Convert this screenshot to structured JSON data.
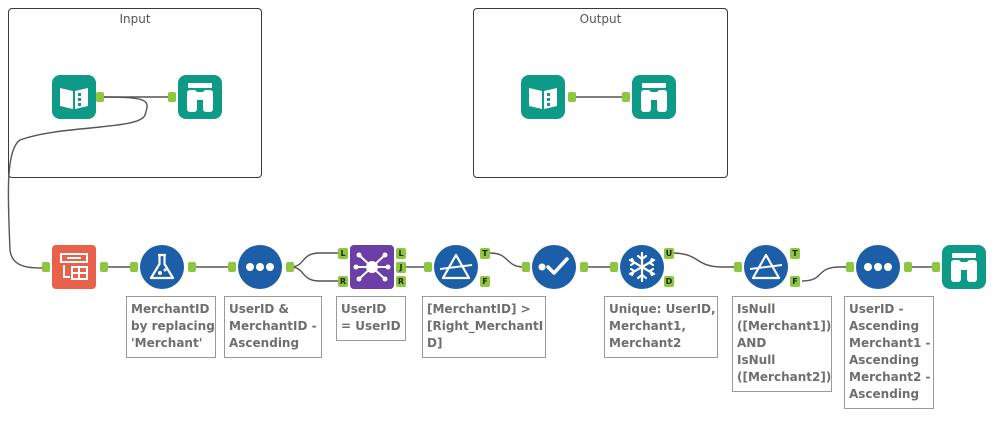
{
  "containers": {
    "input_title": "Input",
    "output_title": "Output"
  },
  "tools": {
    "input_data_1": {
      "icon": "book-icon",
      "color": "#0d9a86"
    },
    "browse_1": {
      "icon": "binoculars-icon",
      "color": "#0d9a86"
    },
    "input_data_2": {
      "icon": "book-icon",
      "color": "#0d9a86"
    },
    "browse_2": {
      "icon": "binoculars-icon",
      "color": "#0d9a86"
    },
    "text_to_columns": {
      "icon": "text-to-columns-icon",
      "color": "#e8614b"
    },
    "formula": {
      "icon": "flask-icon",
      "color": "#1c5fa8"
    },
    "sort_1": {
      "icon": "dots-icon",
      "color": "#1c5fa8"
    },
    "join": {
      "icon": "join-icon",
      "color": "#6b3fa6"
    },
    "filter_1": {
      "icon": "triangle-icon",
      "color": "#1c5fa8"
    },
    "select": {
      "icon": "checkmark-icon",
      "color": "#1c5fa8"
    },
    "unique": {
      "icon": "snowflake-icon",
      "color": "#1c5fa8"
    },
    "filter_2": {
      "icon": "triangle-icon",
      "color": "#1c5fa8"
    },
    "sort_2": {
      "icon": "dots-icon",
      "color": "#1c5fa8"
    },
    "browse_3": {
      "icon": "binoculars-icon",
      "color": "#0d9a86"
    }
  },
  "anchors": {
    "join_left": "L",
    "join_right": "R",
    "join_out_left": "L",
    "join_out_join": "J",
    "join_out_right": "R",
    "filter1_true": "T",
    "filter1_false": "F",
    "unique_u": "U",
    "unique_d": "D",
    "filter2_true": "T",
    "filter2_false": "F"
  },
  "annotations": {
    "formula": "MerchantID\nby replacing\n'Merchant'",
    "sort_1": "UserID &\nMerchantID -\nAscending",
    "join": "UserID\n= UserID",
    "filter_1": "[MerchantID] >\n[Right_MerchantI\nD]",
    "unique": "Unique: UserID,\nMerchant1,\nMerchant2",
    "filter_2": "IsNull\n([Merchant1])\nAND\nIsNull\n([Merchant2])",
    "sort_2": "UserID -\nAscending\nMerchant1 -\nAscending\nMerchant2 -\nAscending"
  },
  "colors": {
    "anchor": "#8dc63f",
    "wire": "#555555",
    "annotation_text": "#6e6e6e"
  }
}
